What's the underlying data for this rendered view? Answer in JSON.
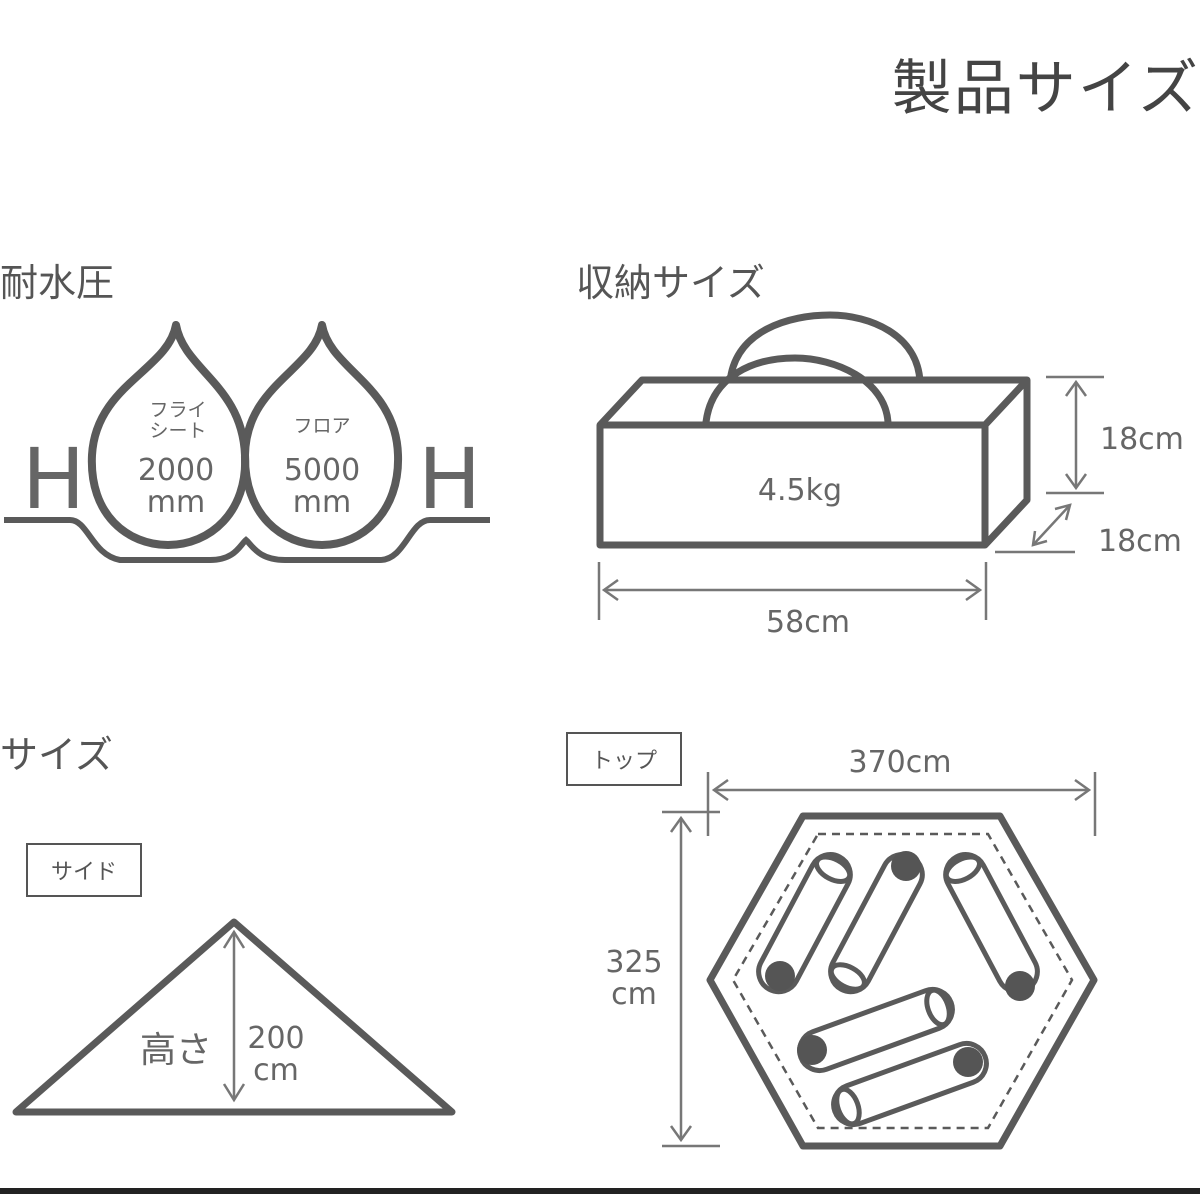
{
  "title": "製品サイズ",
  "water": {
    "heading": "耐水圧",
    "h_left": "H",
    "h_right": "H",
    "fly": {
      "label_line1": "フライ",
      "label_line2": "シート",
      "value": "2000",
      "unit": "mm"
    },
    "floor": {
      "label": "フロア",
      "value": "5000",
      "unit": "mm"
    }
  },
  "storage": {
    "heading": "収納サイズ",
    "weight": "4.5kg",
    "height": "18cm",
    "depth": "18cm",
    "width": "58cm"
  },
  "size": {
    "heading": "サイズ",
    "side": {
      "tag": "サイド",
      "height_label": "高さ",
      "height_value": "200",
      "height_unit": "cm"
    },
    "top": {
      "tag": "トップ",
      "width": "370cm",
      "depth_value": "325",
      "depth_unit": "cm"
    }
  },
  "colors": {
    "line": "#5a5a5a",
    "text": "#666666"
  }
}
